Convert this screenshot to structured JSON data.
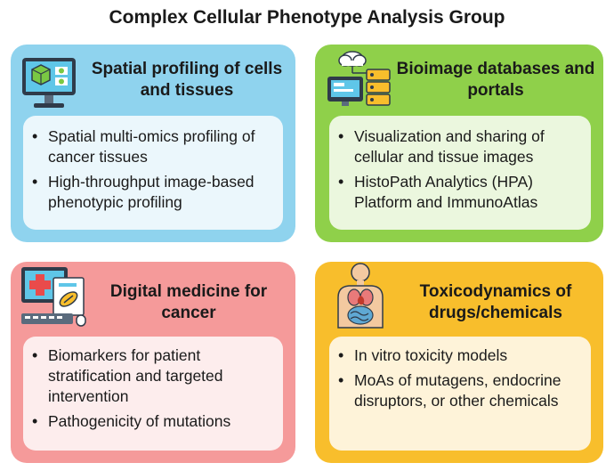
{
  "title": "Complex Cellular Phenotype Analysis Group",
  "colors": {
    "blue": "#8fd3ee",
    "green": "#8fd04a",
    "pink": "#f59a9a",
    "orange": "#f8be2c"
  },
  "cards": [
    {
      "title": "Spatial profiling of cells and tissues",
      "icon": "microscope-monitor-icon",
      "items": [
        "Spatial multi-omics profiling of cancer tissues",
        "High-throughput image-based phenotypic profiling"
      ]
    },
    {
      "title": "Bioimage databases and portals",
      "icon": "cloud-database-icon",
      "items": [
        "Visualization and sharing of cellular and tissue images",
        "HistoPath Analytics (HPA) Platform and ImmunoAtlas"
      ]
    },
    {
      "title": "Digital medicine for cancer",
      "icon": "medical-computer-icon",
      "items": [
        "Biomarkers for patient stratification and targeted intervention",
        "Pathogenicity of mutations"
      ]
    },
    {
      "title": "Toxicodynamics of drugs/chemicals",
      "icon": "human-anatomy-icon",
      "items": [
        "In vitro toxicity models",
        "MoAs of mutagens, endocrine disruptors, or other chemicals"
      ]
    }
  ]
}
